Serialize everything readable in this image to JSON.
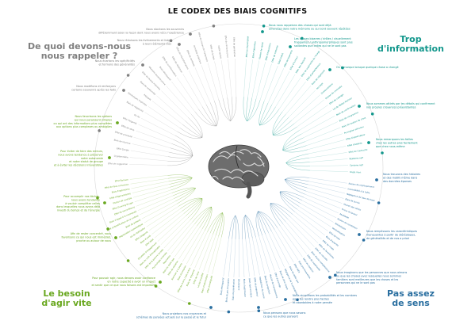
{
  "title": "LE CODEX DES BIAIS COGNITIFS",
  "colors": {
    "grey": "#808080",
    "teal": "#13978c",
    "blue": "#2a6fa0",
    "green": "#6aa820"
  },
  "quadrants": [
    {
      "id": "remember",
      "label_lines": [
        "De quoi devons-nous",
        "nous rappeler ?"
      ],
      "color": "#808080"
    },
    {
      "id": "information",
      "label_lines": [
        "Trop",
        "d'information"
      ],
      "color": "#13978c"
    },
    {
      "id": "meaning",
      "label_lines": [
        "Pas assez",
        "de sens"
      ],
      "color": "#2a6fa0"
    },
    {
      "id": "act",
      "label_lines": [
        "Le besoin",
        "d'agir vite"
      ],
      "color": "#6aa820"
    }
  ],
  "notes": [
    {
      "id": "grey-1",
      "color": "#808080",
      "lines": [
        "Nous stockons les souvenirs",
        "différemment selon la façon dont nous avons vécu l'expérience"
      ]
    },
    {
      "id": "grey-2",
      "color": "#808080",
      "lines": [
        "Nous réduisons les événements et listes",
        "à leurs éléments clés"
      ]
    },
    {
      "id": "grey-3",
      "color": "#808080",
      "lines": [
        "Nous écartons les spécificités",
        "et formons des généralités"
      ]
    },
    {
      "id": "grey-4",
      "color": "#808080",
      "lines": [
        "Nous modifions et renforçons",
        "certains souvenirs après les faits"
      ]
    },
    {
      "id": "teal-1",
      "color": "#13978c",
      "lines": [
        "Nous nous rappelons des choses qui sont déjà",
        "amorcées dans notre mémoire ou qui sont souvent répétées"
      ]
    },
    {
      "id": "teal-2",
      "color": "#13978c",
      "lines": [
        "Les choses bizarres / drôles / visuellement",
        "frappantes / anthropomorphiques sont plus",
        "saillantes que celles qui ne le sont pas"
      ]
    },
    {
      "id": "teal-3",
      "color": "#13978c",
      "lines": [
        "On remarque lorsque quelque chose a changé"
      ]
    },
    {
      "id": "teal-4",
      "color": "#13978c",
      "lines": [
        "Nous sommes attirés par les détails qui confirment",
        "nos propres croyances préexistantes"
      ]
    },
    {
      "id": "teal-5",
      "color": "#13978c",
      "lines": [
        "Nous remarquons les failles",
        "chez les autres plus facilement",
        "que chez nous-même"
      ]
    },
    {
      "id": "blue-1",
      "color": "#2a6fa0",
      "lines": [
        "Nous trouvons des histoires",
        "et des motifs même dans",
        "des données éparses"
      ]
    },
    {
      "id": "blue-2",
      "color": "#2a6fa0",
      "lines": [
        "Nous remplissons les caractéristiques",
        "manquantes à partir de stéréotypes,",
        "de généralités et de nos a priori"
      ]
    },
    {
      "id": "blue-3",
      "color": "#2a6fa0",
      "lines": [
        "Nous imaginons que les personnes que nous aimons",
        "ou que les choses avec lesquelles nous sommes",
        "familiers sont meilleures que les choses et les",
        "personnes qui ne le sont pas"
      ]
    },
    {
      "id": "blue-4",
      "color": "#2a6fa0",
      "lines": [
        "Nous simplifions les probabilités et les nombres",
        "pour les rendre plus faciles",
        "et abordables à notre pensée"
      ]
    },
    {
      "id": "blue-5",
      "color": "#2a6fa0",
      "lines": [
        "Nous pensons que nous savons",
        "ce que les autres pensent"
      ]
    },
    {
      "id": "blue-6",
      "color": "#2a6fa0",
      "lines": [
        "Nous projetons nos croyances et",
        "schémas de pensées actuels sur le passé et le futur"
      ]
    },
    {
      "id": "green-1",
      "color": "#6aa820",
      "lines": [
        "Nous favorisons les options",
        "qui nous paraissent simples",
        "ou qui ont des informations plus complètes",
        "aux options plus complexes ou ambigües"
      ]
    },
    {
      "id": "green-2",
      "color": "#6aa820",
      "lines": [
        "Pour éviter de faire des erreurs,",
        "nous avons tendance à préserver",
        "notre autonomie",
        "et notre statut de groupe",
        "et à éviter les décisions irréversibles"
      ]
    },
    {
      "id": "green-3",
      "color": "#6aa820",
      "lines": [
        "Pour accomplir nos tâches,",
        "nous avons tendance",
        "à vouloir compléter celles",
        "dans lesquelles nous avons déjà",
        "investi du temps et de l'énergie"
      ]
    },
    {
      "id": "green-4",
      "color": "#6aa820",
      "lines": [
        "Afin de rester concentré, nous",
        "favorisons ce qui nous est immédiat,",
        "proche ou autour de nous"
      ]
    },
    {
      "id": "green-5",
      "color": "#6aa820",
      "lines": [
        "Pour pouvoir agir, nous devons avoir confiance",
        "en notre capacité à avoir un impact",
        "et sentir que ce que nous faisons est important"
      ]
    }
  ],
  "biases": {
    "grey": [
      "Effet de suggestion",
      "Cryptomnésie",
      "Effet Google",
      "Biais de récence",
      "Effet de primauté",
      "Effet de série",
      "Effet Zeigarnik",
      "Pic-fin",
      "Biais de négativité",
      "Stéréotypes implicites",
      "Préjugés",
      "Biais de conformité",
      "Effet de fausse mémoire",
      "Mémoire reconstructive",
      "Biais rétrospectif",
      "Effet de surinformation",
      "Effet de répétition",
      "Effet de mésinformation",
      "Effet de contexte",
      "Amnésie enfantine",
      "Effet de niveau de traitement",
      "Effet de la liste",
      "Oubli motivé",
      "Effet de réminiscence",
      "Effet de génération"
    ],
    "teal": [
      "Effet de disponibilité",
      "Effet d'attention",
      "Illusion de vérité",
      "Effet d'exposition",
      "Effet de contexte",
      "Oubli indicé",
      "Effet de bizarrerie",
      "Effet d'humour",
      "Effet Von Restorff",
      "Effet de supériorité de l'image",
      "Effet d'autoréférence",
      "Biais de négativité",
      "Ancrage",
      "Conservatisme",
      "Illusion de contraste",
      "Effet de cadrage",
      "Loi de Weber-Fechner",
      "Biais de confirmation",
      "Biais de congruence",
      "Biais de soutien de choix",
      "Perception sélective",
      "Effet d'observateur",
      "Effet d'attente",
      "Effet de l'autruche",
      "Réalisme naïf",
      "Cynisme naïf",
      "Angle mort"
    ],
    "blue": [
      "Illusion de regroupement",
      "Insensibilité à la taille",
      "Négligence du taux de base",
      "Biais de survie",
      "Illusion des séries",
      "Erreur du joueur",
      "Paréidolie",
      "Illusion de corrélation",
      "Stéréotypes",
      "Généralisation",
      "Effet de halo",
      "Biais d'autorité",
      "Effet de mode",
      "Effet de favoritisme",
      "Effet de cascade",
      "Biais d'auto-complaisance",
      "Effet de supériorité",
      "Effet de dotation",
      "Biais pro-innovation",
      "Effet IKEA",
      "Biais du statu quo",
      "Négligence de la probabilité",
      "Biais de zéro risque",
      "Effet d'ancrage",
      "Illusion de transparence",
      "Biais de projection",
      "Malédiction du savoir",
      "Effet de projecteur",
      "Biais égocentrique",
      "Biais d'optimisme",
      "Déclinisme",
      "Biais de planification",
      "Biais de pro-innovation",
      "Biais rétrospectif"
    ],
    "green": [
      "Effet d'ambiguïté",
      "Biais d'information",
      "Loi de trivialité",
      "Effet de rime",
      "Biais de croyance",
      "Effet de moins c'est mieux",
      "Biais d'omission",
      "Aversion à la perte",
      "Effet de dotation",
      "Biais de statu quo",
      "Réactance",
      "Psychologie inversée",
      "Effet de la preuve sociale",
      "Biais du coût irrécupérable",
      "Escalade d'engagement",
      "Effet IKEA",
      "Biais d'unité",
      "Effet Zeigarnik",
      "Loi de Hofstadter",
      "Dépréciation hyperbolique",
      "Biais de présent",
      "Effet d'identification de la victime",
      "Biais d'appel à la nouveauté",
      "Effet de surconfiance",
      "Effet Dunning-Kruger",
      "Illusion de contrôle",
      "Effet d'égocentrisme",
      "Biais d'optimisme",
      "Effet de faux consensus",
      "Effet Barnum"
    ]
  }
}
